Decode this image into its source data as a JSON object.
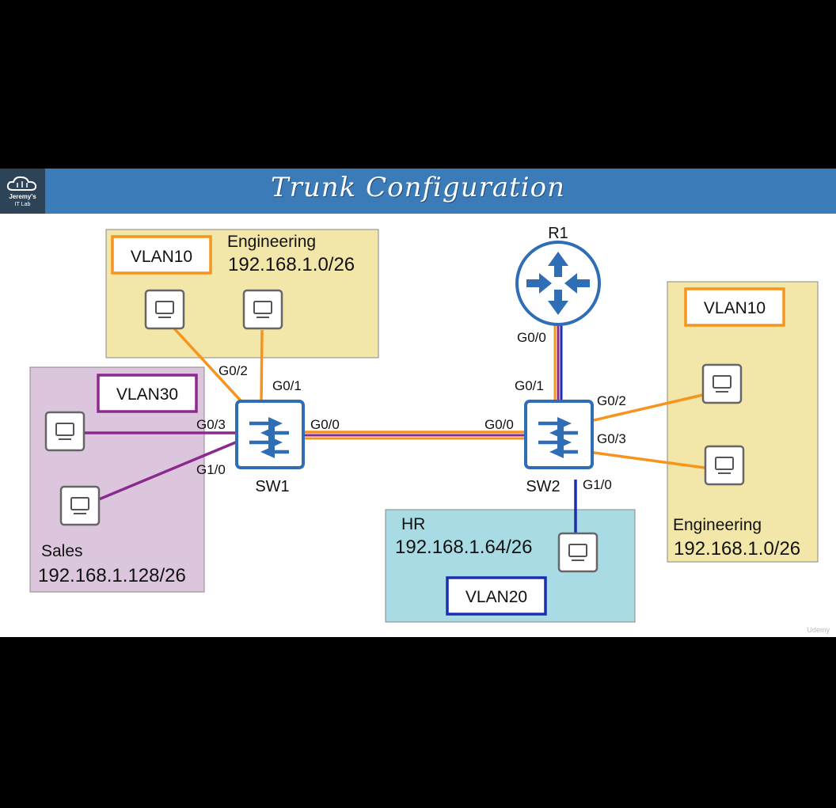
{
  "header": {
    "title": "Trunk Configuration",
    "logo_line1": "Jeremy's",
    "logo_line2": "IT Lab"
  },
  "zones": {
    "eng_left": {
      "name": "Engineering",
      "subnet": "192.168.1.0/26",
      "vlan": "VLAN10"
    },
    "sales": {
      "name": "Sales",
      "subnet": "192.168.1.128/26",
      "vlan": "VLAN30"
    },
    "hr": {
      "name": "HR",
      "subnet": "192.168.1.64/26",
      "vlan": "VLAN20"
    },
    "eng_right": {
      "name": "Engineering",
      "subnet": "192.168.1.0/26",
      "vlan": "VLAN10"
    }
  },
  "devices": {
    "r1": "R1",
    "sw1": "SW1",
    "sw2": "SW2"
  },
  "ports": {
    "sw1_g02": "G0/2",
    "sw1_g01": "G0/1",
    "sw1_g03": "G0/3",
    "sw1_g10": "G1/0",
    "sw1_g00": "G0/0",
    "sw2_g00": "G0/0",
    "sw2_g01": "G0/1",
    "sw2_g02": "G0/2",
    "sw2_g03": "G0/3",
    "sw2_g10": "G1/0",
    "r1_g00": "G0/0"
  },
  "colors": {
    "vlan10": "#f7941d",
    "vlan20": "#1a2fb0",
    "vlan30": "#8b2a8e",
    "device_blue": "#2f6db5",
    "eng_bg": "#f2e6a8",
    "sales_bg": "#dcc6dd",
    "hr_bg": "#a9dbe5"
  },
  "watermark": "Udemy"
}
